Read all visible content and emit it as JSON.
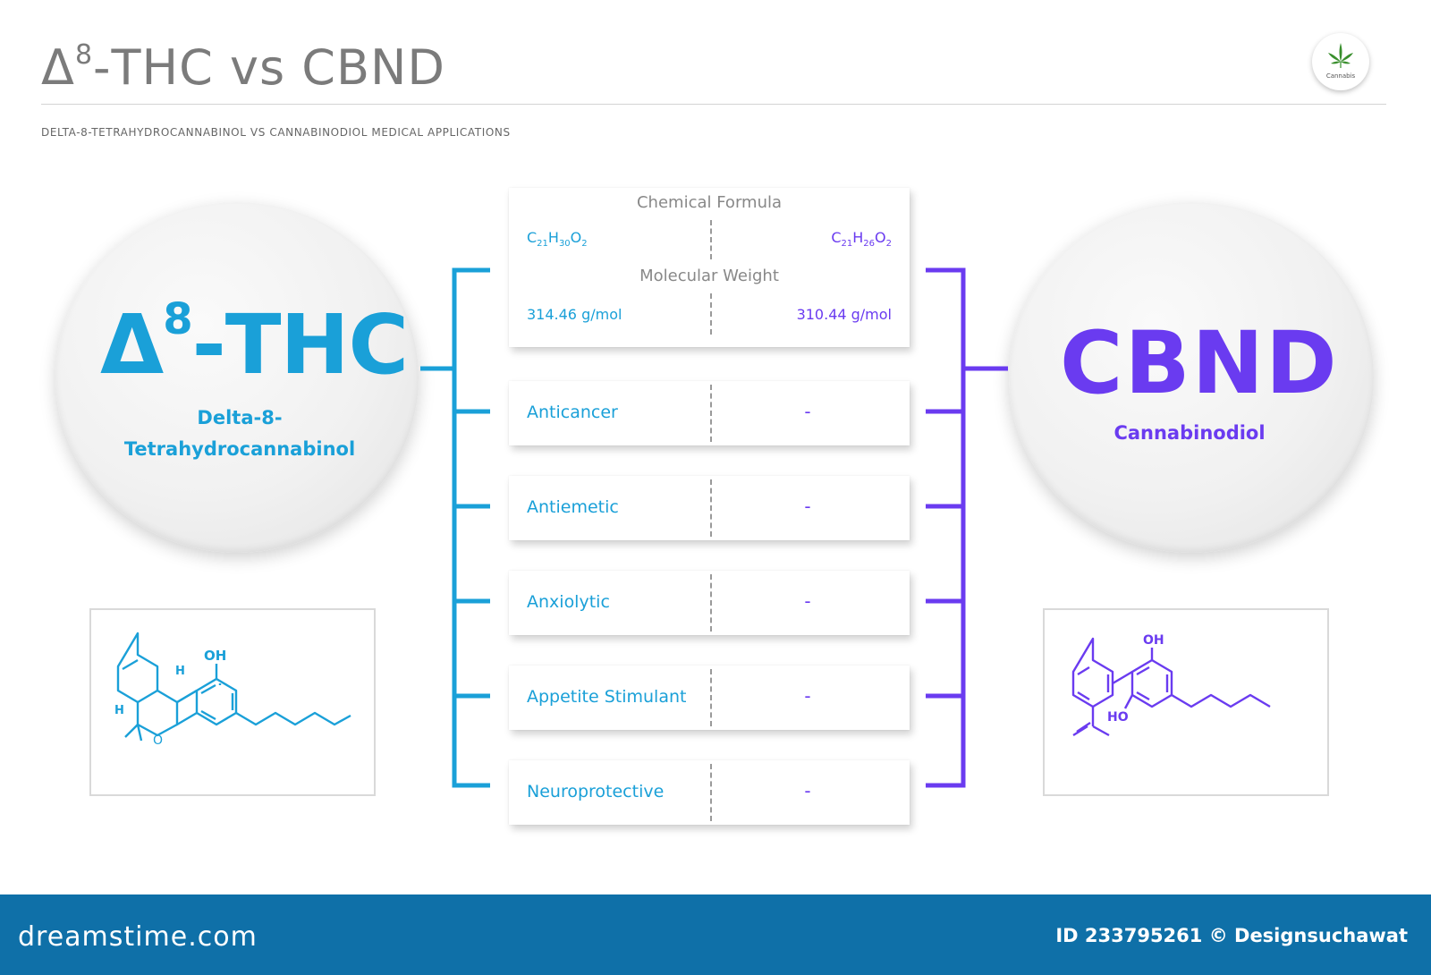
{
  "header": {
    "title_prefix": "Δ",
    "title_sup": "8",
    "title_rest": "-THC vs CBND",
    "subtitle": "DELTA-8-TETRAHYDROCANNABINOL VS CANNABINODIOL MEDICAL APPLICATIONS",
    "logo_text": "Cannabis"
  },
  "left": {
    "symbol_prefix": "Δ",
    "symbol_sup": "8",
    "symbol_rest": "-THC",
    "name_line1": "Delta-8-",
    "name_line2": "Tetrahydrocannabinol",
    "molecule_labels": {
      "oh": "OH",
      "h1": "H",
      "h2": "H",
      "o": "O"
    }
  },
  "right": {
    "symbol": "CBND",
    "name": "Cannabinodiol",
    "molecule_labels": {
      "oh1": "OH",
      "oh2": "HO"
    }
  },
  "comparison": {
    "formula_header": "Chemical Formula",
    "formula_left": {
      "c": "C",
      "c_n": "21",
      "h": "H",
      "h_n": "30",
      "o": "O",
      "o_n": "2"
    },
    "formula_right": {
      "c": "C",
      "c_n": "21",
      "h": "H",
      "h_n": "26",
      "o": "O",
      "o_n": "2"
    },
    "weight_header": "Molecular Weight",
    "weight_left": "314.46 g/mol",
    "weight_right": "310.44 g/mol",
    "rows": [
      {
        "label": "Anticancer",
        "value": "-"
      },
      {
        "label": "Antiemetic",
        "value": "-"
      },
      {
        "label": "Anxiolytic",
        "value": "-"
      },
      {
        "label": "Appetite Stimulant",
        "value": "-"
      },
      {
        "label": "Neuroprotective",
        "value": "-"
      }
    ]
  },
  "footer": {
    "logo": "dreamstime.com",
    "id_text": "ID 233795261 © Designsuchawat"
  },
  "colors": {
    "thc": "#1aa0d8",
    "cbnd": "#6a3bf0",
    "footer_bg": "#0f70a8"
  }
}
